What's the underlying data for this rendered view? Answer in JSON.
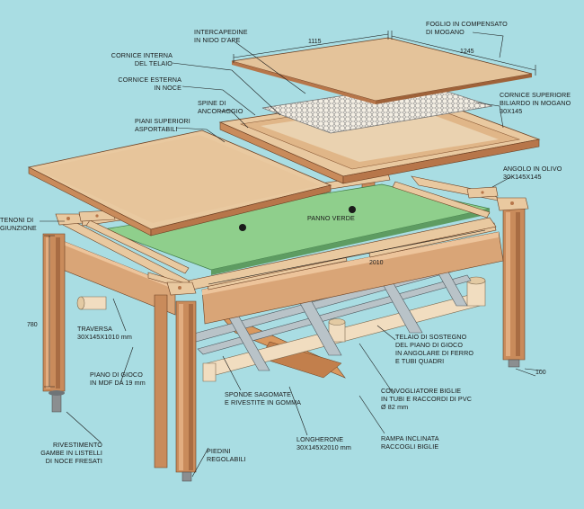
{
  "colors": {
    "background": "#a9dde3",
    "wood_light": "#e9c9a0",
    "wood_mid": "#d9a577",
    "wood_dark": "#b7764a",
    "felt": "#8fcf8c",
    "pipe": "#f1ddc0",
    "metal": "#b9c3c8",
    "leader": "#1a1a1a"
  },
  "labels": {
    "foglio": "FOGLIO IN COMPENSATO\nDI MOGANO",
    "intercapedine": "INTERCAPEDINE\nIN NIDO D'APE",
    "cornice_interna": "CORNICE INTERNA\nDEL TELAIO",
    "cornice_esterna": "CORNICE ESTERNA\nIN NOCE",
    "spine": "SPINE DI\nANCORAGGIO",
    "piani_superiori": "PIANI SUPERIORI\nASPORTABILI",
    "cornice_superiore": "CORNICE SUPERIORE\nBILIARDO IN MOGANO\n30X145",
    "angolo": "ANGOLO IN OLIVO\n30X145X145",
    "tenoni": "TENONI DI\nGIUNZIONE",
    "panno": "PANNO VERDE",
    "traversa": "TRAVERSA\n30X145X1010 mm",
    "piano_gioco": "PIANO DI GIOCO\nIN MDF DA 19 mm",
    "telaio": "TELAIO DI SOSTEGNO\nDEL PIANO DI GIOCO\nIN ANGOLARE DI FERRO\nE TUBI QUADRI",
    "sponde": "SPONDE SAGOMATE\nE RIVESTITE IN GOMMA",
    "convogliatore": "CONVOGLIATORE BIGLIE\nIN TUBI E RACCORDI DI PVC\nØ 82 mm",
    "longherone": "LONGHERONE\n30X145X2010 mm",
    "rampa": "RAMPA INCLINATA\nRACCOGLI BIGLIE",
    "rivestimento": "RIVESTIMENTO\nGAMBE IN LISTELLI\nDI NOCE FRESATI",
    "piedini": "PIEDINI\nREGOLABILI"
  },
  "dimensions": {
    "d1115": "1115",
    "d1245": "1245",
    "d2010": "2010",
    "d780": "780",
    "d100": "100"
  }
}
